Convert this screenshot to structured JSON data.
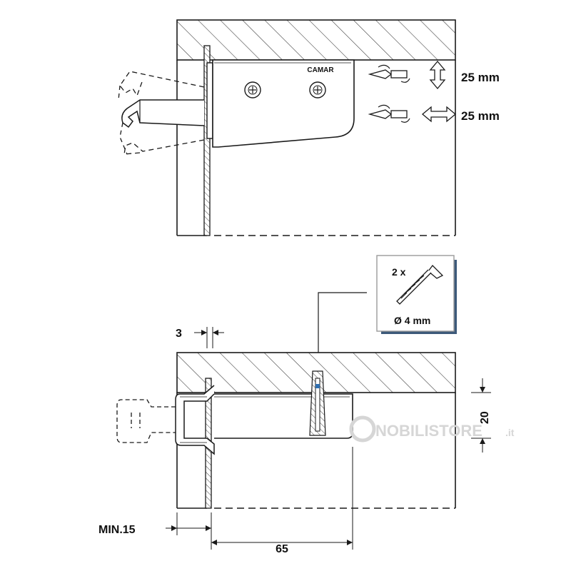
{
  "brand_label": "CAMAR",
  "adjustments": {
    "vertical": "25 mm",
    "horizontal": "25 mm"
  },
  "screw_box": {
    "quantity": "2 x",
    "diameter": "Ø 4 mm"
  },
  "dimensions": {
    "thickness": "3",
    "height": "20",
    "min_distance": "MIN.15",
    "depth": "65"
  },
  "watermark": {
    "main": "NOBILISTORE",
    "suffix": ".it"
  },
  "colors": {
    "line": "#1a1a1a",
    "box_shadow": "#3d5a7a",
    "watermark": "#d6d6d6",
    "screw_mark": "#2f6fb0"
  }
}
